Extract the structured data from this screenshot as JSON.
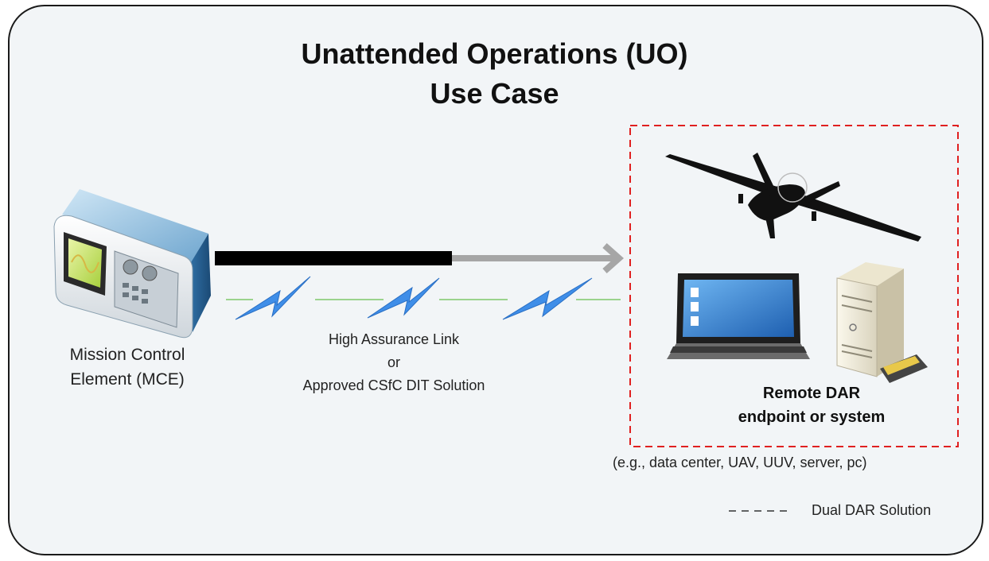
{
  "title": {
    "line1": "Unattended Operations (UO)",
    "line2": "Use Case"
  },
  "mce": {
    "label_line1": "Mission Control",
    "label_line2": "Element (MCE)",
    "icon": "control-console-icon"
  },
  "link": {
    "line1": "High Assurance Link",
    "line2": "or",
    "line3": "Approved CSfC DIT Solution",
    "icon": "lightning-bolt-icon"
  },
  "remote": {
    "label_line1": "Remote DAR",
    "label_line2": "endpoint or system",
    "examples": "(e.g., data center, UAV, UUV, server, pc)",
    "icons": [
      "uav-drone-icon",
      "laptop-icon",
      "server-tower-icon"
    ]
  },
  "legend": {
    "dash_sample": "- - - - -",
    "label": "Dual DAR Solution"
  },
  "colors": {
    "dashed_box": "#e02020",
    "link_line": "#000000",
    "arrow": "#a6a6a6",
    "bolt": "#3f8ee8",
    "radio_line": "#7ec86a"
  }
}
